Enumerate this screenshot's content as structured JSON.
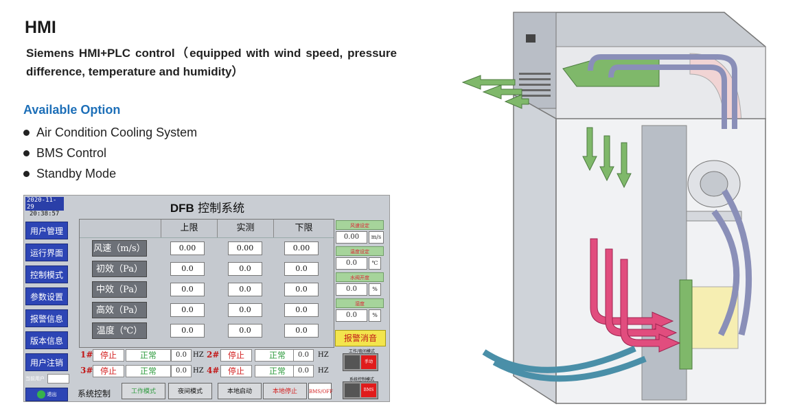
{
  "heading": {
    "title": "HMI",
    "description": "Siemens HMI+PLC control（equipped with wind speed, pressure difference, temperature and humidity）"
  },
  "options": {
    "title": "Available Option",
    "items": [
      "Air Condition Cooling System",
      "BMS Control",
      "Standby Mode"
    ]
  },
  "hmi": {
    "date": "2020-11-29",
    "time": "20:38:57",
    "title_prefix": "DFB",
    "title": "控制系统",
    "nav": [
      "用户管理",
      "运行界面",
      "控制模式",
      "参数设置",
      "报警信息",
      "版本信息",
      "用户注销"
    ],
    "login_label": "当前用户",
    "exit_label": "退出",
    "table": {
      "headers": [
        "上限",
        "实测",
        "下限"
      ],
      "rows": [
        {
          "label": "风速（m/s）",
          "values": [
            "0.00",
            "0.00",
            "0.00"
          ]
        },
        {
          "label": "初效（Pa）",
          "values": [
            "0.0",
            "0.0",
            "0.0"
          ]
        },
        {
          "label": "中效（Pa）",
          "values": [
            "0.0",
            "0.0",
            "0.0"
          ]
        },
        {
          "label": "高效（Pa）",
          "values": [
            "0.0",
            "0.0",
            "0.0"
          ]
        },
        {
          "label": "温度（℃）",
          "values": [
            "0.0",
            "0.0",
            "0.0"
          ]
        }
      ]
    },
    "motors": [
      {
        "num": "1#",
        "status": "停止",
        "state": "正常",
        "value": "0.0",
        "unit": "HZ"
      },
      {
        "num": "2#",
        "status": "停止",
        "state": "正常",
        "value": "0.0",
        "unit": "HZ"
      },
      {
        "num": "3#",
        "status": "停止",
        "state": "正常",
        "value": "0.0",
        "unit": "HZ"
      },
      {
        "num": "4#",
        "status": "停止",
        "state": "正常",
        "value": "0.0",
        "unit": "HZ"
      }
    ],
    "system_label": "系统控制",
    "bottom_buttons": [
      "工作模式",
      "夜间模式",
      "本地启动",
      "本地停止",
      "BMS/OFF"
    ],
    "settings": [
      {
        "label": "风速设定",
        "value": "0.00",
        "unit": "m/s"
      },
      {
        "label": "温度设定",
        "value": "0.0",
        "unit": "℃"
      },
      {
        "label": "水阀开度",
        "value": "0.0",
        "unit": "%"
      },
      {
        "label": "湿度",
        "value": "0.0",
        "unit": "%"
      }
    ],
    "alarm_button": "报警消音",
    "mode1_label": "工作/夜间模式",
    "mode1_state": "手动",
    "mode2_label": "系统控制模式",
    "mode2_state": "BMS"
  },
  "colors": {
    "nav_blue": "#2d45b5",
    "option_title": "#1d6fb8",
    "alarm_yellow": "#f3e54d",
    "stop_red": "#d32020",
    "normal_green": "#2e9b3e"
  }
}
